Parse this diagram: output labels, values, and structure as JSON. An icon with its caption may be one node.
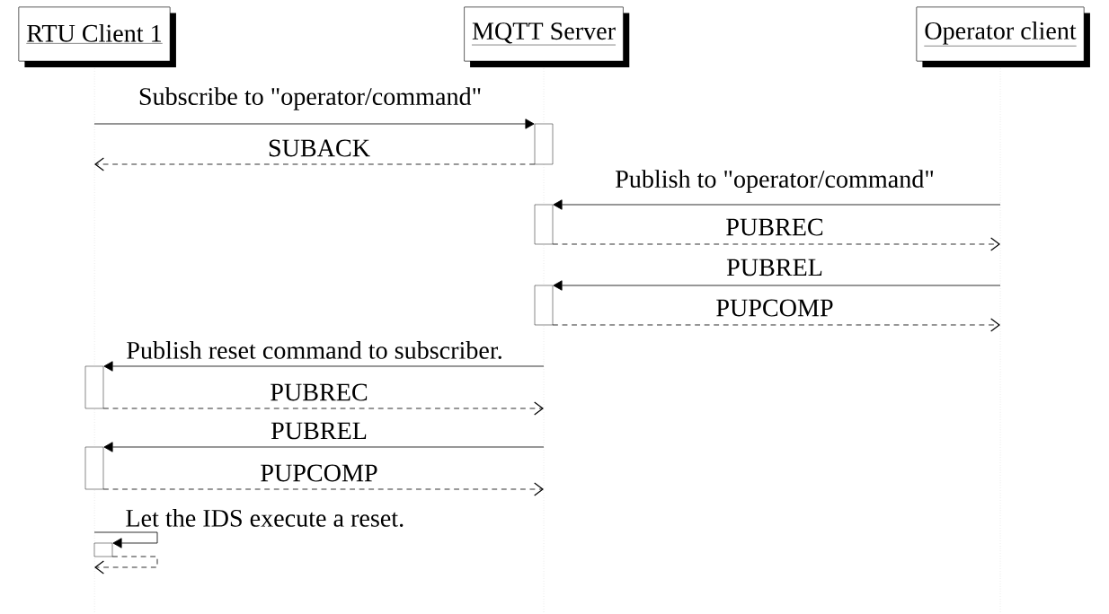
{
  "diagram": {
    "nodes": [
      {
        "text": [
          "RTU Client 1"
        ]
      },
      {
        "text": [
          "MQTT Server"
        ]
      },
      {
        "text": [
          "Operator client"
        ]
      },
      {
        "text": [],
        "shape": "line"
      },
      {
        "text": [],
        "shape": "line"
      },
      {
        "text": [],
        "shape": "line"
      },
      {
        "text": [],
        "shape": "bar"
      },
      {
        "text": [],
        "shape": "bar"
      },
      {
        "text": [],
        "shape": "bar"
      },
      {
        "text": [],
        "shape": "bar"
      },
      {
        "text": [],
        "shape": "bar"
      },
      {
        "text": [],
        "shape": "bar"
      }
    ],
    "edges": [
      {
        "from": 3,
        "to": 6,
        "arrow": "to",
        "label": "Subscribe to \"operator/command\""
      },
      {
        "from": 6,
        "to": 3,
        "arrow": "to",
        "label": "SUBACK",
        "style": "dashed"
      },
      {
        "from": 5,
        "to": 7,
        "arrow": "to",
        "label": "Publish to \"operator/command\""
      },
      {
        "from": 7,
        "to": 5,
        "arrow": "to",
        "label": "PUBREC",
        "style": "dashed"
      },
      {
        "from": 5,
        "to": 8,
        "arrow": "to",
        "label": "PUBREL"
      },
      {
        "from": 8,
        "to": 5,
        "arrow": "to",
        "label": "PUPCOMP",
        "style": "dashed"
      },
      {
        "from": 4,
        "to": 9,
        "arrow": "to",
        "label": "Publish reset command to subscriber."
      },
      {
        "from": 9,
        "to": 4,
        "arrow": "to",
        "label": "PUBREC",
        "style": "dashed"
      },
      {
        "from": 4,
        "to": 10,
        "arrow": "to",
        "label": "PUBREL"
      },
      {
        "from": 10,
        "to": 4,
        "arrow": "to",
        "label": "PUPCOMP",
        "style": "dashed"
      },
      {
        "from": 3,
        "to": 11,
        "arrow": "to",
        "label": "Let the IDS execute a reset."
      },
      {
        "from": 11,
        "to": 3,
        "arrow": "to",
        "style": "dashed"
      }
    ]
  }
}
